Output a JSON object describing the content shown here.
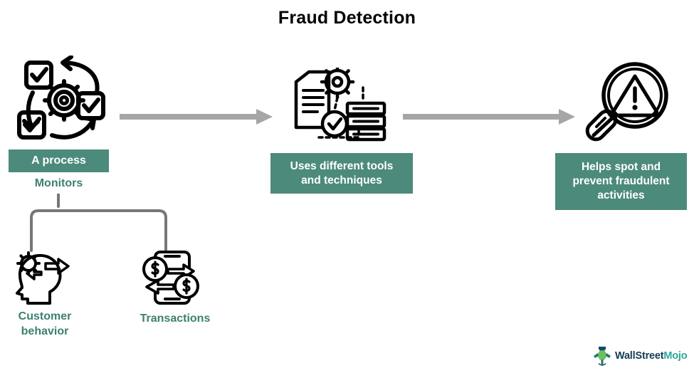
{
  "page": {
    "title": "Fraud Detection",
    "background": "#ffffff"
  },
  "colors": {
    "teal_box": "#4c8a7c",
    "teal_text": "#3d8070",
    "arrow_gray": "#a6a6a6",
    "fork_gray": "#777777",
    "icon_black": "#000000",
    "title_black": "#000000",
    "brand_navy": "#123b56",
    "brand_teal": "#2aa79b"
  },
  "flow": {
    "steps": [
      {
        "id": "step-1",
        "icon_name": "process-cycle-icon",
        "label": "A process",
        "sublabel": "Monitors"
      },
      {
        "id": "step-2",
        "icon_name": "document-gear-server-icon",
        "label": "Uses different tools and techniques",
        "label_lines": [
          "Uses different tools",
          "and techniques"
        ]
      },
      {
        "id": "step-3",
        "icon_name": "magnifier-warning-icon",
        "label": "Helps spot and prevent fraudulent activities",
        "label_lines": [
          "Helps spot and",
          "prevent fraudulent",
          "activities"
        ]
      }
    ],
    "connectors": [
      {
        "id": "arrow-1",
        "type": "arrow",
        "direction": "right"
      },
      {
        "id": "arrow-2",
        "type": "arrow",
        "direction": "right"
      },
      {
        "id": "fork-1",
        "type": "bracket",
        "from": "Monitors",
        "to": [
          "Customer behavior",
          "Transactions"
        ]
      }
    ],
    "monitored": [
      {
        "id": "monitored-1",
        "icon_name": "head-gear-arrows-icon",
        "label": "Customer behavior",
        "label_lines": [
          "Customer",
          "behavior"
        ]
      },
      {
        "id": "monitored-2",
        "icon_name": "money-exchange-icon",
        "label": "Transactions",
        "label_lines": [
          "Transactions"
        ]
      }
    ]
  },
  "brand": {
    "name_primary": "WallStreet",
    "name_accent": "Mojo",
    "mark_name": "wallstreetmojo-mascot-icon"
  }
}
